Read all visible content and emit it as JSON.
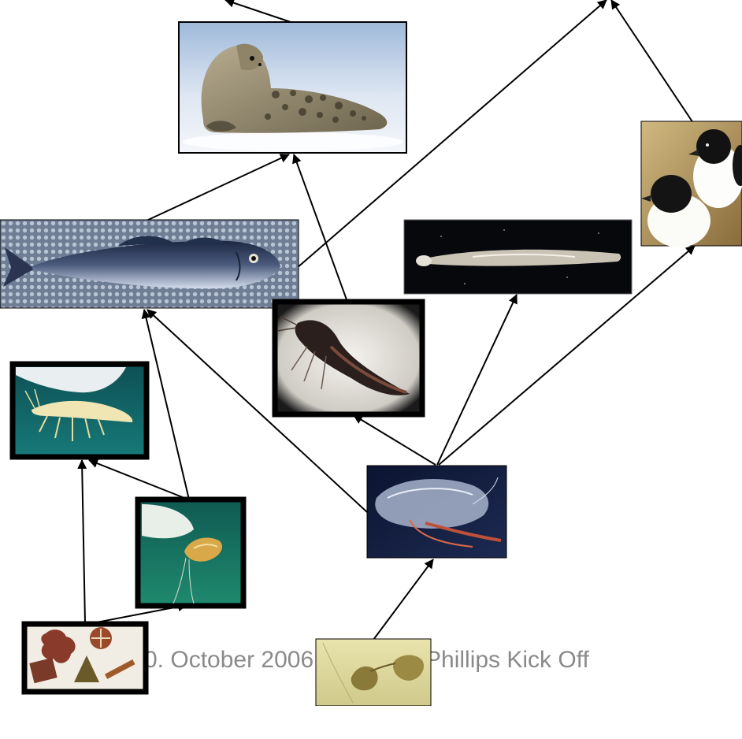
{
  "footer": {
    "date_text": "0. October 2006",
    "event_text": "Phillips Kick Off"
  },
  "nodes": [
    {
      "id": "seal",
      "icon": "seal-photo"
    },
    {
      "id": "fish",
      "icon": "arctic-cod-photo"
    },
    {
      "id": "birds",
      "icon": "little-auk-photo"
    },
    {
      "id": "larva",
      "icon": "fish-larva-photo"
    },
    {
      "id": "dark-amphipod",
      "icon": "dark-amphipod-photo"
    },
    {
      "id": "ice-amphipod",
      "icon": "ice-amphipod-photo"
    },
    {
      "id": "small-amphipod",
      "icon": "small-amphipod-photo"
    },
    {
      "id": "copepod",
      "icon": "copepod-photo"
    },
    {
      "id": "ice-algae",
      "icon": "ice-algae-photo"
    },
    {
      "id": "diatom-chain",
      "icon": "diatom-chain-photo"
    }
  ],
  "colors": {
    "arrow": "#000000",
    "footer_text": "#8a8a8a"
  }
}
